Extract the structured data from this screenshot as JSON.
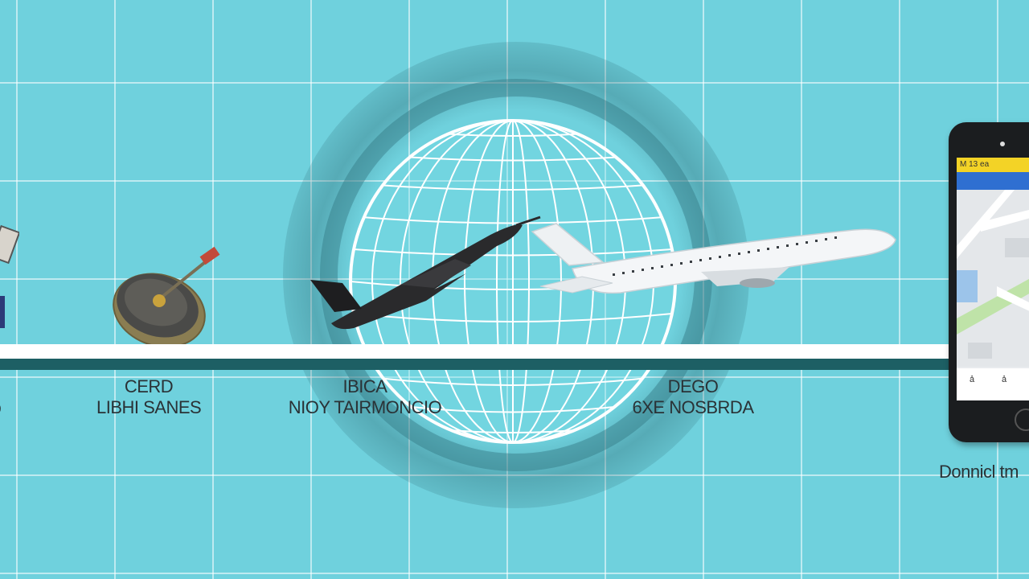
{
  "stages": [
    {
      "line1": "",
      "line2": "D"
    },
    {
      "line1": "CERD",
      "line2": "LIBHI SANES"
    },
    {
      "line1": "IBICA",
      "line2": "NIOY TAIRMONCIO"
    },
    {
      "line1": "DEGO",
      "line2": "6XE NOSBRDA"
    }
  ],
  "phone": {
    "header_text": "M 13 ea",
    "caption": "Donnicl tm",
    "nav_left": "ả",
    "nav_right": "ả"
  },
  "colors": {
    "background": "#6fd1dd",
    "timeline": "#ffffff",
    "timeline_shadow": "#1d5f64",
    "phone_header": "#f3d326",
    "phone_nav": "#2f6fd1",
    "map_pin": "#d9342b"
  }
}
